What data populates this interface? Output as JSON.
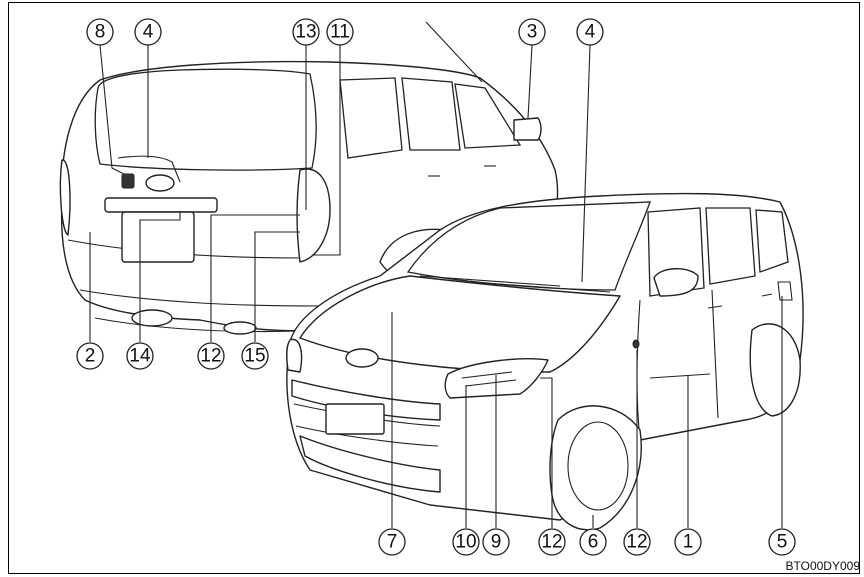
{
  "figure_code": "BTO00DY009",
  "callouts": [
    {
      "id": "c8",
      "label": "8"
    },
    {
      "id": "c4a",
      "label": "4"
    },
    {
      "id": "c13",
      "label": "13"
    },
    {
      "id": "c11",
      "label": "11"
    },
    {
      "id": "c3",
      "label": "3"
    },
    {
      "id": "c4b",
      "label": "4"
    },
    {
      "id": "c2",
      "label": "2"
    },
    {
      "id": "c14",
      "label": "14"
    },
    {
      "id": "c12a",
      "label": "12"
    },
    {
      "id": "c15",
      "label": "15"
    },
    {
      "id": "c7",
      "label": "7"
    },
    {
      "id": "c10",
      "label": "10"
    },
    {
      "id": "c9",
      "label": "9"
    },
    {
      "id": "c12b",
      "label": "12"
    },
    {
      "id": "c6",
      "label": "6"
    },
    {
      "id": "c12c",
      "label": "12"
    },
    {
      "id": "c1",
      "label": "1"
    },
    {
      "id": "c5",
      "label": "5"
    }
  ]
}
